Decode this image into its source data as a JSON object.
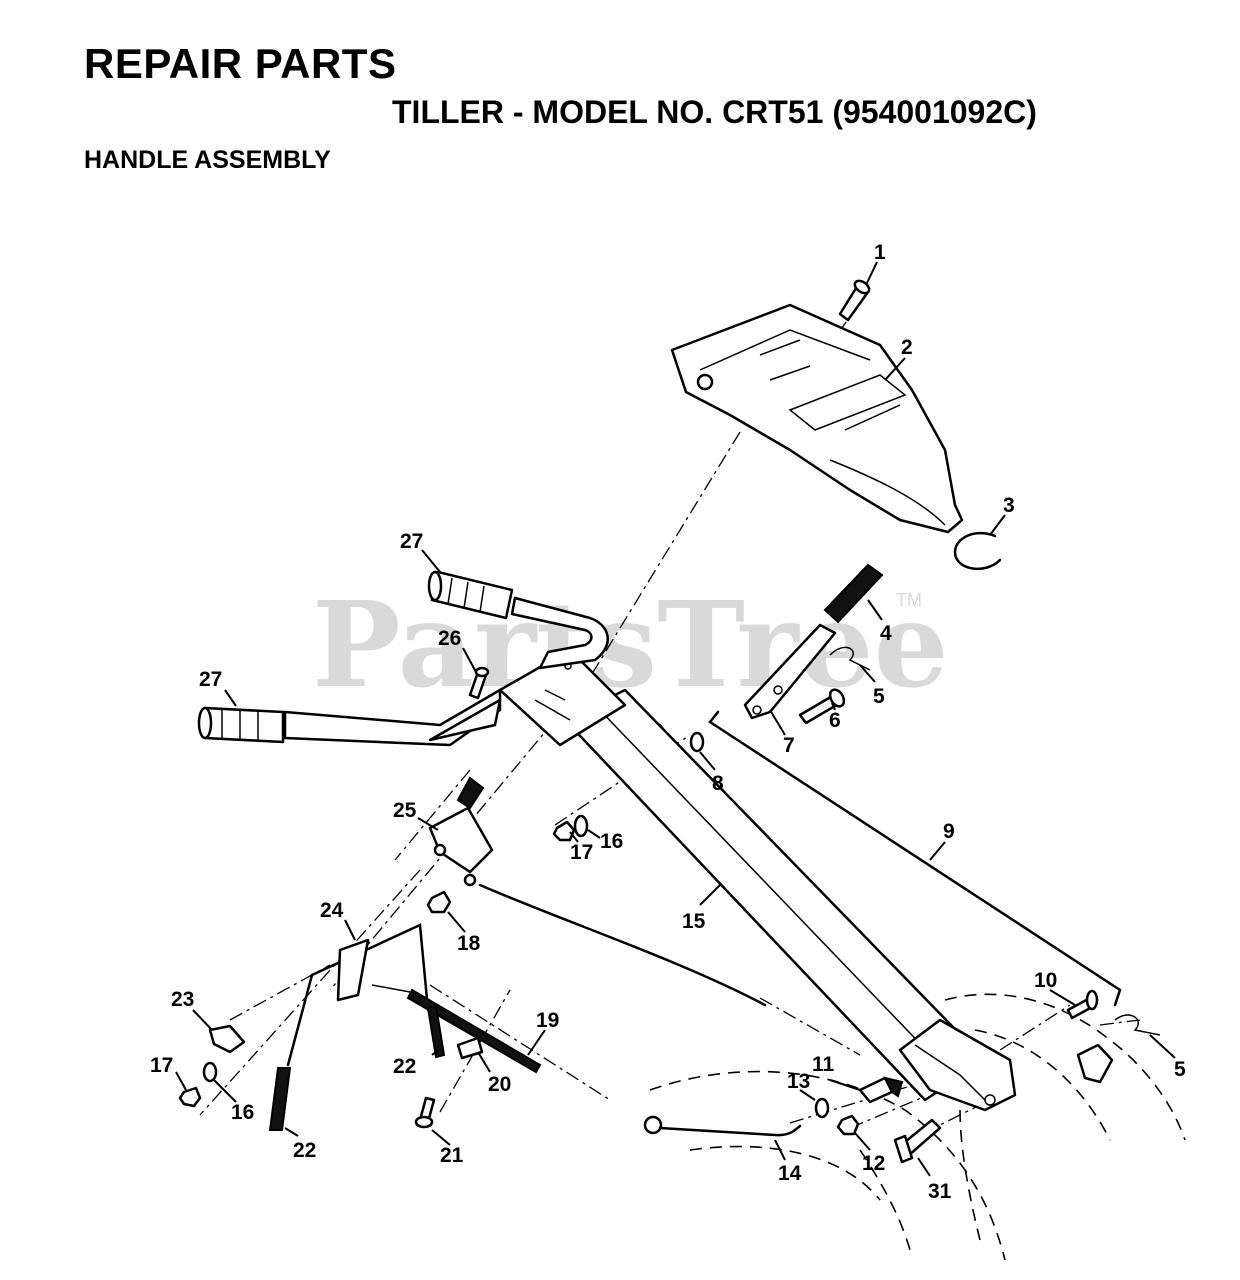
{
  "header": {
    "title": "REPAIR PARTS",
    "model": "TILLER - MODEL NO. CRT51 (954001092C)",
    "section": "HANDLE ASSEMBLY"
  },
  "watermark": {
    "text": "PartsTree",
    "tm": "TM"
  },
  "callouts": [
    {
      "id": "c1",
      "label": "1"
    },
    {
      "id": "c2",
      "label": "2"
    },
    {
      "id": "c3",
      "label": "3"
    },
    {
      "id": "c4",
      "label": "4"
    },
    {
      "id": "c5a",
      "label": "5"
    },
    {
      "id": "c5b",
      "label": "5"
    },
    {
      "id": "c6",
      "label": "6"
    },
    {
      "id": "c7",
      "label": "7"
    },
    {
      "id": "c8",
      "label": "8"
    },
    {
      "id": "c9",
      "label": "9"
    },
    {
      "id": "c10",
      "label": "10"
    },
    {
      "id": "c11",
      "label": "11"
    },
    {
      "id": "c12",
      "label": "12"
    },
    {
      "id": "c13",
      "label": "13"
    },
    {
      "id": "c14",
      "label": "14"
    },
    {
      "id": "c15",
      "label": "15"
    },
    {
      "id": "c16a",
      "label": "16"
    },
    {
      "id": "c16b",
      "label": "16"
    },
    {
      "id": "c17a",
      "label": "17"
    },
    {
      "id": "c17b",
      "label": "17"
    },
    {
      "id": "c18",
      "label": "18"
    },
    {
      "id": "c19",
      "label": "19"
    },
    {
      "id": "c20",
      "label": "20"
    },
    {
      "id": "c21",
      "label": "21"
    },
    {
      "id": "c22a",
      "label": "22"
    },
    {
      "id": "c22b",
      "label": "22"
    },
    {
      "id": "c23",
      "label": "23"
    },
    {
      "id": "c24",
      "label": "24"
    },
    {
      "id": "c25",
      "label": "25"
    },
    {
      "id": "c26",
      "label": "26"
    },
    {
      "id": "c27a",
      "label": "27"
    },
    {
      "id": "c27b",
      "label": "27"
    },
    {
      "id": "c31",
      "label": "31"
    }
  ]
}
